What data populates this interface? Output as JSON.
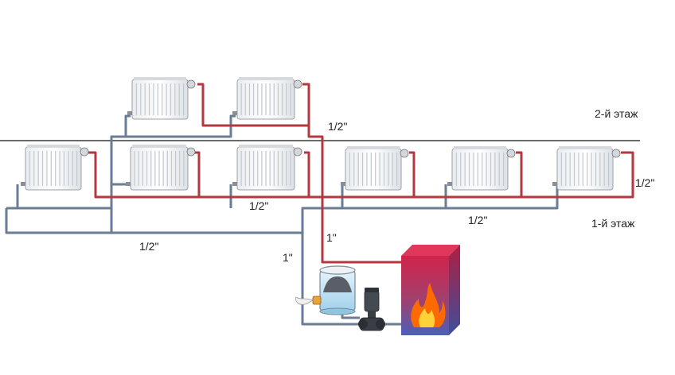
{
  "floors": {
    "second": "2-й этаж",
    "first": "1-й этаж"
  },
  "pipe_sizes": {
    "upper_riser": "1/2\"",
    "ground_supply_mid": "1/2\"",
    "ground_return_right": "1/2\"",
    "ground_right_end": "1/2\"",
    "main_return_left": "1/2\"",
    "boiler_supply": "1\"",
    "boiler_return": "1\""
  },
  "colors": {
    "supply_pipe": "#b13a40",
    "return_pipe": "#6a7d95",
    "floor_line": "#111111",
    "boiler_top": "#d0244a",
    "boiler_bottom": "#4a5fb8",
    "flame": "#ff6a00",
    "tank_water": "#bfe3f5"
  },
  "icons": {
    "radiator": "radiator-icon",
    "boiler": "boiler-icon",
    "pump": "circulation-pump-icon",
    "tank": "expansion-tank-icon",
    "valve": "valve-icon",
    "flame": "flame-icon"
  }
}
